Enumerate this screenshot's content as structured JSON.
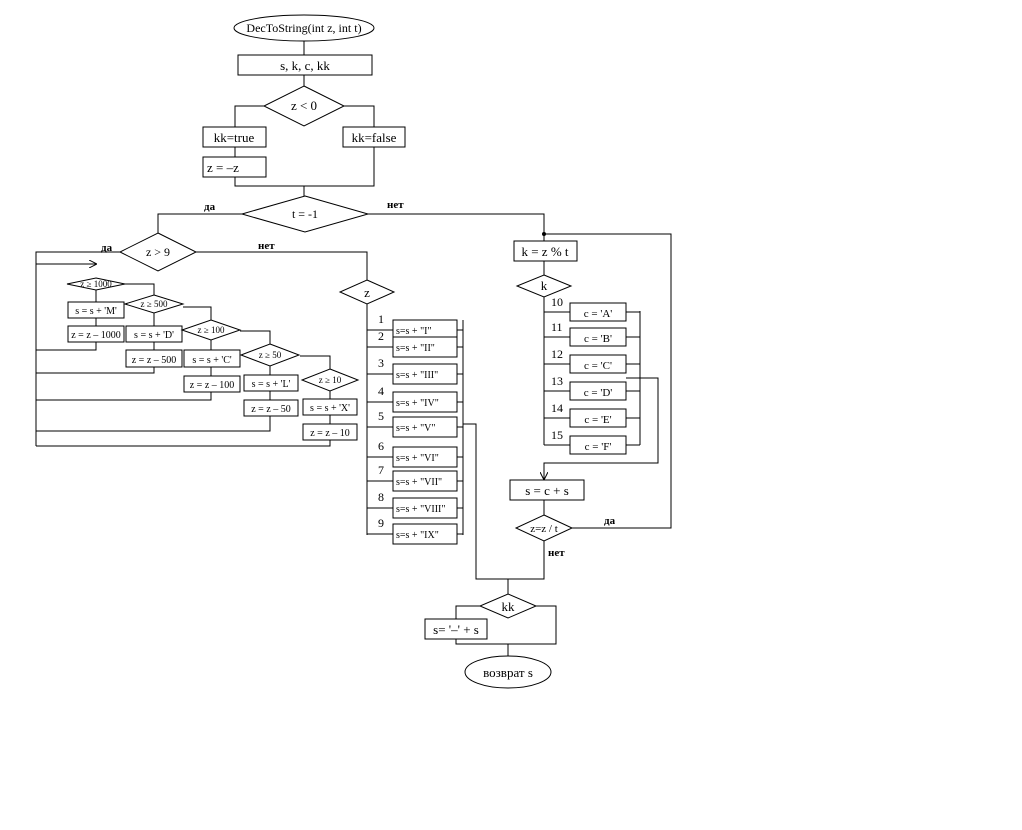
{
  "start": "DecToString(int z, int t)",
  "vars": "s, k, c,  kk",
  "cond_neg": "z < 0",
  "kk_true": "kk=true",
  "kk_false": "kk=false",
  "negate": "z = –z",
  "cond_t": "t = -1",
  "yes": "да",
  "no": "нет",
  "cond_gt9": "z > 9",
  "roman_thousands": [
    {
      "cond": "z ≥ 1000",
      "add": "s = s + 'M'",
      "sub": "z = z – 1000"
    },
    {
      "cond": "z ≥ 500",
      "add": "s = s + 'D'",
      "sub": "z = z – 500"
    },
    {
      "cond": "z ≥ 100",
      "add": "s = s + 'C'",
      "sub": "z = z – 100"
    },
    {
      "cond": "z ≥ 50",
      "add": "s = s + 'L'",
      "sub": "z = z – 50"
    },
    {
      "cond": "z ≥ 10",
      "add": "s = s + 'X'",
      "sub": "z = z – 10"
    }
  ],
  "switch_z": "z",
  "roman_units": [
    {
      "case": "1",
      "op": "s=s + \"I\""
    },
    {
      "case": "2",
      "op": "s=s + \"II\""
    },
    {
      "case": "3",
      "op": "s=s + \"III\""
    },
    {
      "case": "4",
      "op": "s=s + \"IV\""
    },
    {
      "case": "5",
      "op": "s=s + \"V\""
    },
    {
      "case": "6",
      "op": "s=s + \"VI\""
    },
    {
      "case": "7",
      "op": "s=s + \"VII\""
    },
    {
      "case": "8",
      "op": "s=s + \"VIII\""
    },
    {
      "case": "9",
      "op": "s=s + \"IX\""
    }
  ],
  "mod": "k = z % t",
  "switch_k": "k",
  "hex_cases": [
    {
      "case": "10",
      "op": "c = 'A'"
    },
    {
      "case": "11",
      "op": "c = 'B'"
    },
    {
      "case": "12",
      "op": "c = 'C'"
    },
    {
      "case": "13",
      "op": "c = 'D'"
    },
    {
      "case": "14",
      "op": "c = 'E'"
    },
    {
      "case": "15",
      "op": "c = 'F'"
    }
  ],
  "concat": "s = c + s",
  "div": "z=z / t",
  "kk_check": "kk",
  "minus": "s= '–' + s",
  "end": "возврат s"
}
